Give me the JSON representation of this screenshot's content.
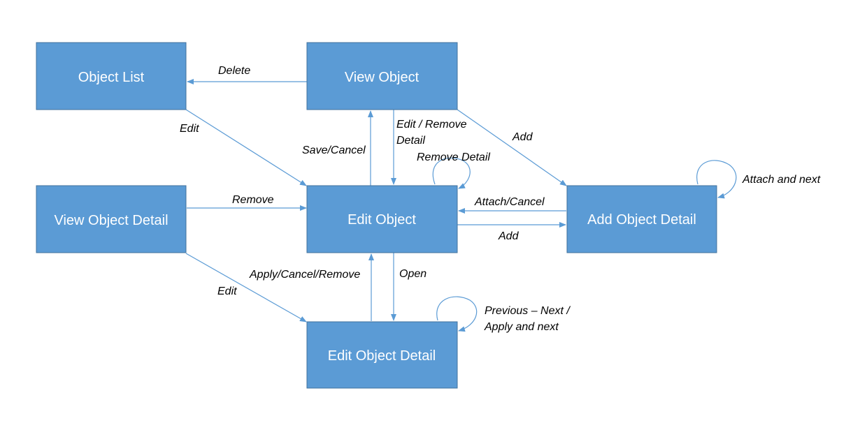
{
  "nodes": {
    "object_list": "Object List",
    "view_object": "View Object",
    "view_object_detail": "View Object Detail",
    "edit_object": "Edit Object",
    "add_object_detail": "Add Object Detail",
    "edit_object_detail": "Edit Object Detail"
  },
  "edges": {
    "delete": "Delete",
    "edit_from_list": "Edit",
    "save_cancel": "Save/Cancel",
    "edit_remove_detail_line1": "Edit / Remove",
    "edit_remove_detail_line2": "Detail",
    "add_from_view": "Add",
    "remove_detail_loop": "Remove Detail",
    "attach_and_next": "Attach and next",
    "remove": "Remove",
    "attach_cancel": "Attach/Cancel",
    "add_from_edit": "Add",
    "edit_from_view_detail": "Edit",
    "apply_cancel_remove": "Apply/Cancel/Remove",
    "open": "Open",
    "previous_next_line1": "Previous – Next  /",
    "previous_next_line2": "Apply and next"
  },
  "colors": {
    "node_fill": "#5b9bd5",
    "node_border": "#41719c",
    "edge": "#5b9bd5",
    "node_text": "#ffffff",
    "label_text": "#000000"
  }
}
